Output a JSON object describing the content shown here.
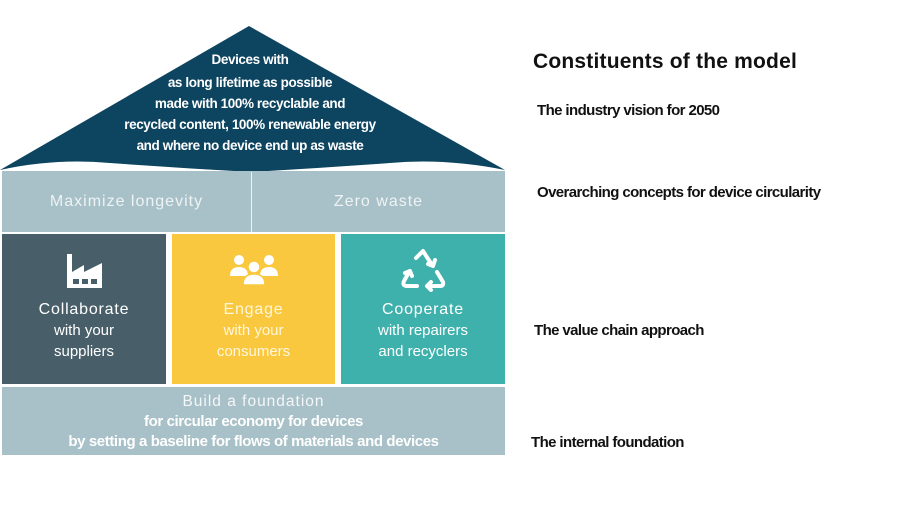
{
  "colors": {
    "roof": "#0d4460",
    "concepts": "#a8c0c7",
    "tile_suppliers": "#485f69",
    "tile_consumers": "#fac83f",
    "tile_recyclers": "#3fb1ac",
    "foundation": "#a8c0c7"
  },
  "roof": {
    "lines": [
      "Devices with",
      "as long lifetime as possible",
      "made with 100% recyclable and",
      "recycled content, 100% renewable energy",
      "and where no device end up as waste"
    ]
  },
  "concepts": [
    {
      "label": "Maximize longevity"
    },
    {
      "label": "Zero waste"
    }
  ],
  "tiles": [
    {
      "icon": "factory-icon",
      "title": "Collaborate",
      "line2": "with your",
      "line3": "suppliers"
    },
    {
      "icon": "people-group-icon",
      "title": "Engage",
      "line2": "with your",
      "line3": "consumers"
    },
    {
      "icon": "recycle-icon",
      "title": "Cooperate",
      "line2": "with repairers",
      "line3": "and recyclers"
    }
  ],
  "foundation": {
    "line1": "Build a foundation",
    "line2": "for circular economy for devices",
    "line3": "by setting a baseline for flows of materials and devices"
  },
  "legend": {
    "title": "Constituents of the model",
    "items": [
      "The industry vision for 2050",
      "Overarching concepts for device circularity",
      "The value chain approach",
      "The internal foundation"
    ]
  }
}
